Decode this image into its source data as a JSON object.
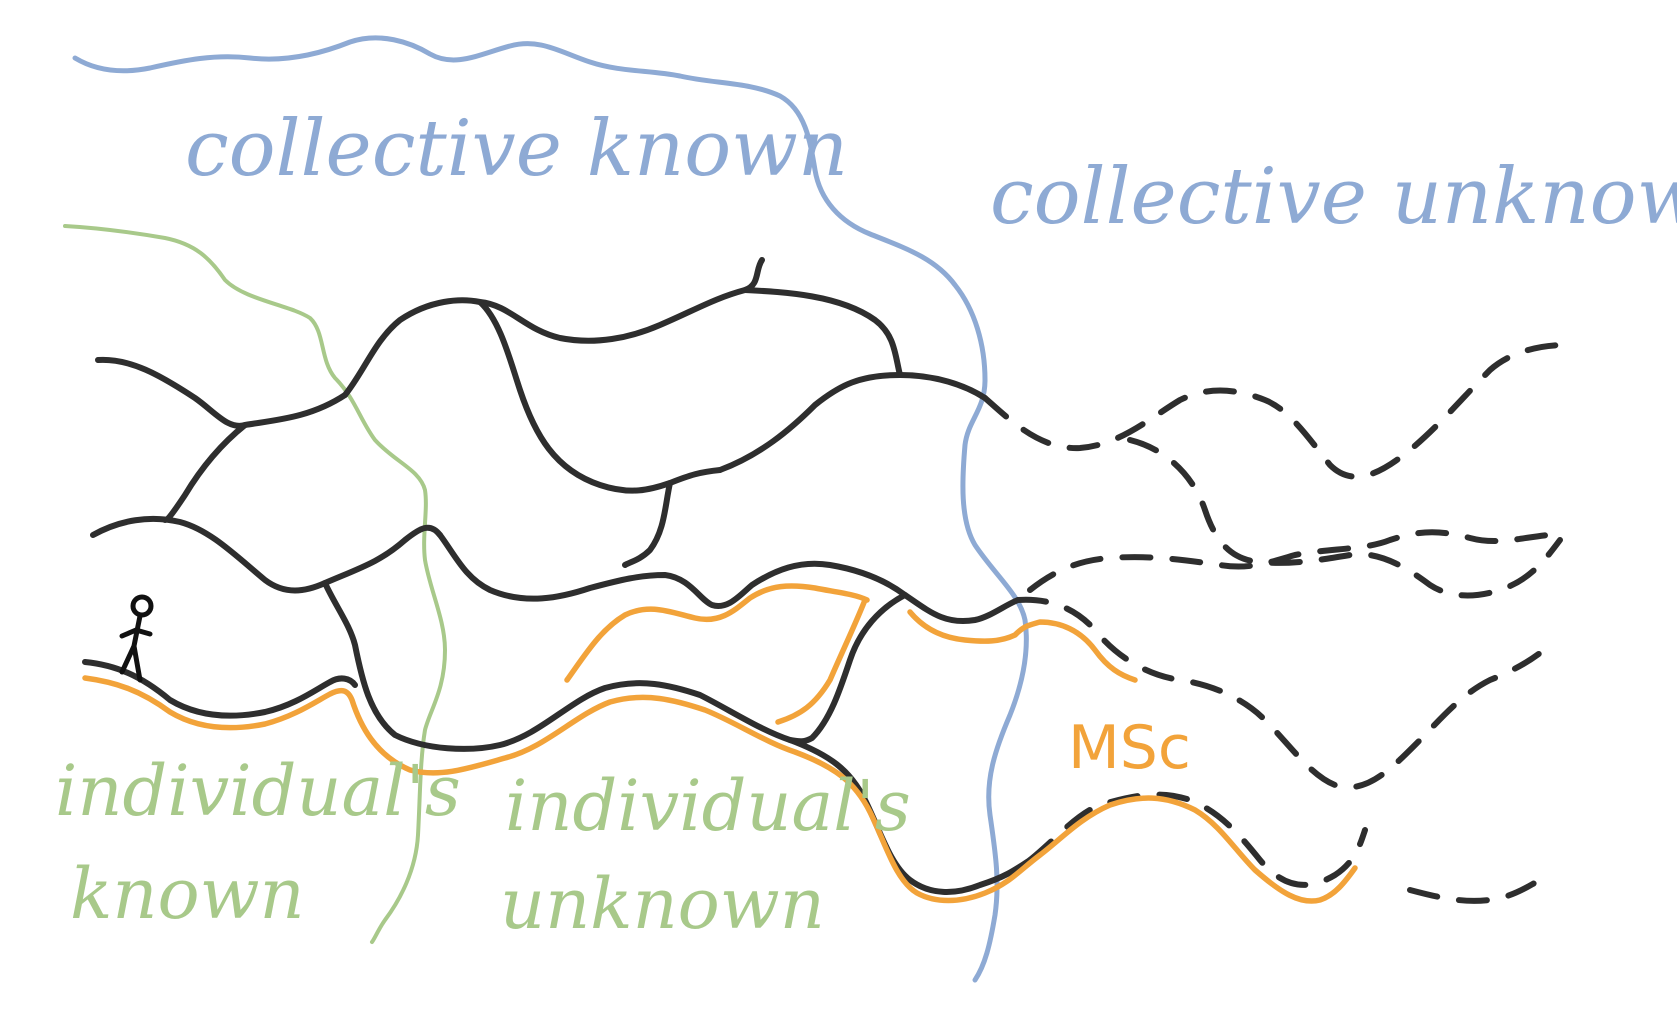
{
  "labels": {
    "collective_known": "collective known",
    "collective_unknown": "collective unknown",
    "individuals_known_line1": "individual's",
    "individuals_known_line2": "known",
    "individuals_unknown_line1": "individual's",
    "individuals_unknown_line2": "unknown",
    "path_label": "MSc"
  },
  "colors": {
    "collective_boundary": "#8eaad4",
    "individual_boundary": "#a8c98a",
    "paths": "#2e2e2e",
    "highlight_path": "#f2a33a",
    "figure": "#111111",
    "background": "#ffffff"
  }
}
